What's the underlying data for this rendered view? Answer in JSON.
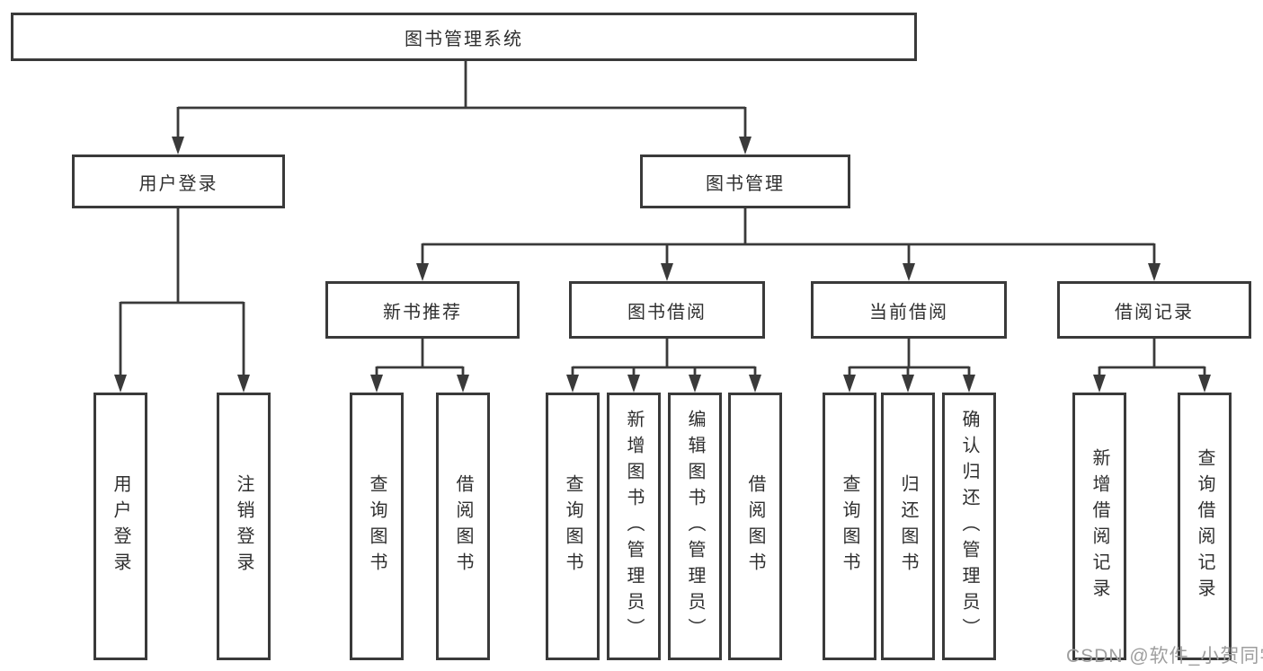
{
  "diagram": {
    "root": {
      "label": "图书管理系统"
    },
    "level2": [
      {
        "label": "用户登录"
      },
      {
        "label": "图书管理"
      }
    ],
    "level3": [
      {
        "label": "新书推荐"
      },
      {
        "label": "图书借阅"
      },
      {
        "label": "当前借阅"
      },
      {
        "label": "借阅记录"
      }
    ],
    "leaves": {
      "login": [
        "用户登录",
        "注销登录"
      ],
      "new_book": [
        "查询图书",
        "借阅图书"
      ],
      "borrow": [
        "查询图书",
        "新增图书（管理员）",
        "编辑图书（管理员）",
        "借阅图书"
      ],
      "current": [
        "查询图书",
        "归还图书",
        "确认归还（管理员）"
      ],
      "records": [
        "新增借阅记录",
        "查询借阅记录"
      ]
    }
  },
  "watermark": "CSDN @软件_小贺同学",
  "colors": {
    "line": "#3a3a3a",
    "box_border": "#3a3a3a",
    "text": "#2f2f2f",
    "watermark": "#9e9e9e",
    "background": "#ffffff"
  }
}
